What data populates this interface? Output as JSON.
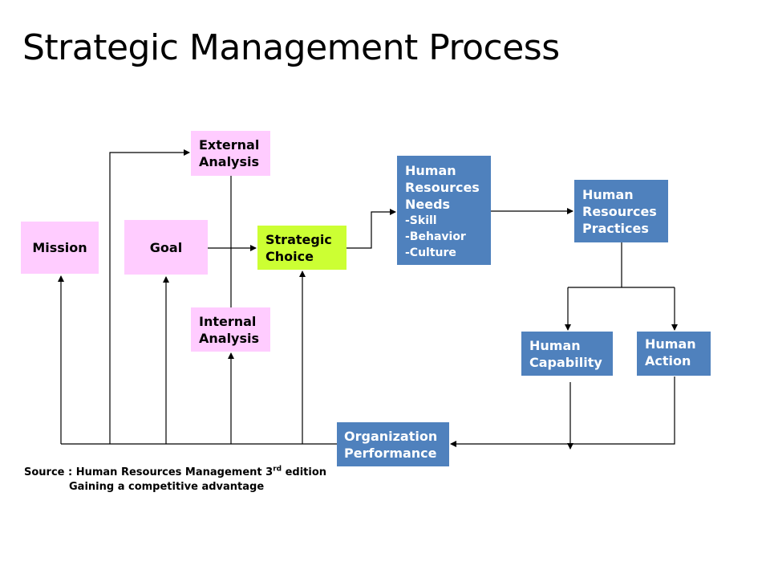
{
  "title": "Strategic Management Process",
  "boxes": {
    "mission": "Mission",
    "goal": "Goal",
    "external_analysis": [
      "External",
      "Analysis"
    ],
    "internal_analysis": [
      "Internal",
      "Analysis"
    ],
    "strategic_choice": [
      "Strategic",
      "Choice"
    ],
    "hr_needs": {
      "lines": [
        "Human",
        "Resources",
        "Needs"
      ],
      "items": [
        "-Skill",
        "-Behavior",
        "-Culture"
      ]
    },
    "hr_practices": [
      "Human",
      "Resources",
      "Practices"
    ],
    "human_capability": [
      "Human",
      "Capability"
    ],
    "human_action": [
      "Human",
      "Action"
    ],
    "org_performance": [
      "Organization",
      "Performance"
    ]
  },
  "source": {
    "line1_prefix": "Source : Human Resources Management 3",
    "line1_sup": "rd",
    "line1_suffix": " edition",
    "line2": "Gaining a competitive advantage"
  },
  "colors": {
    "pink": "#ffccff",
    "green": "#ccff33",
    "blue": "#4f81bd"
  }
}
